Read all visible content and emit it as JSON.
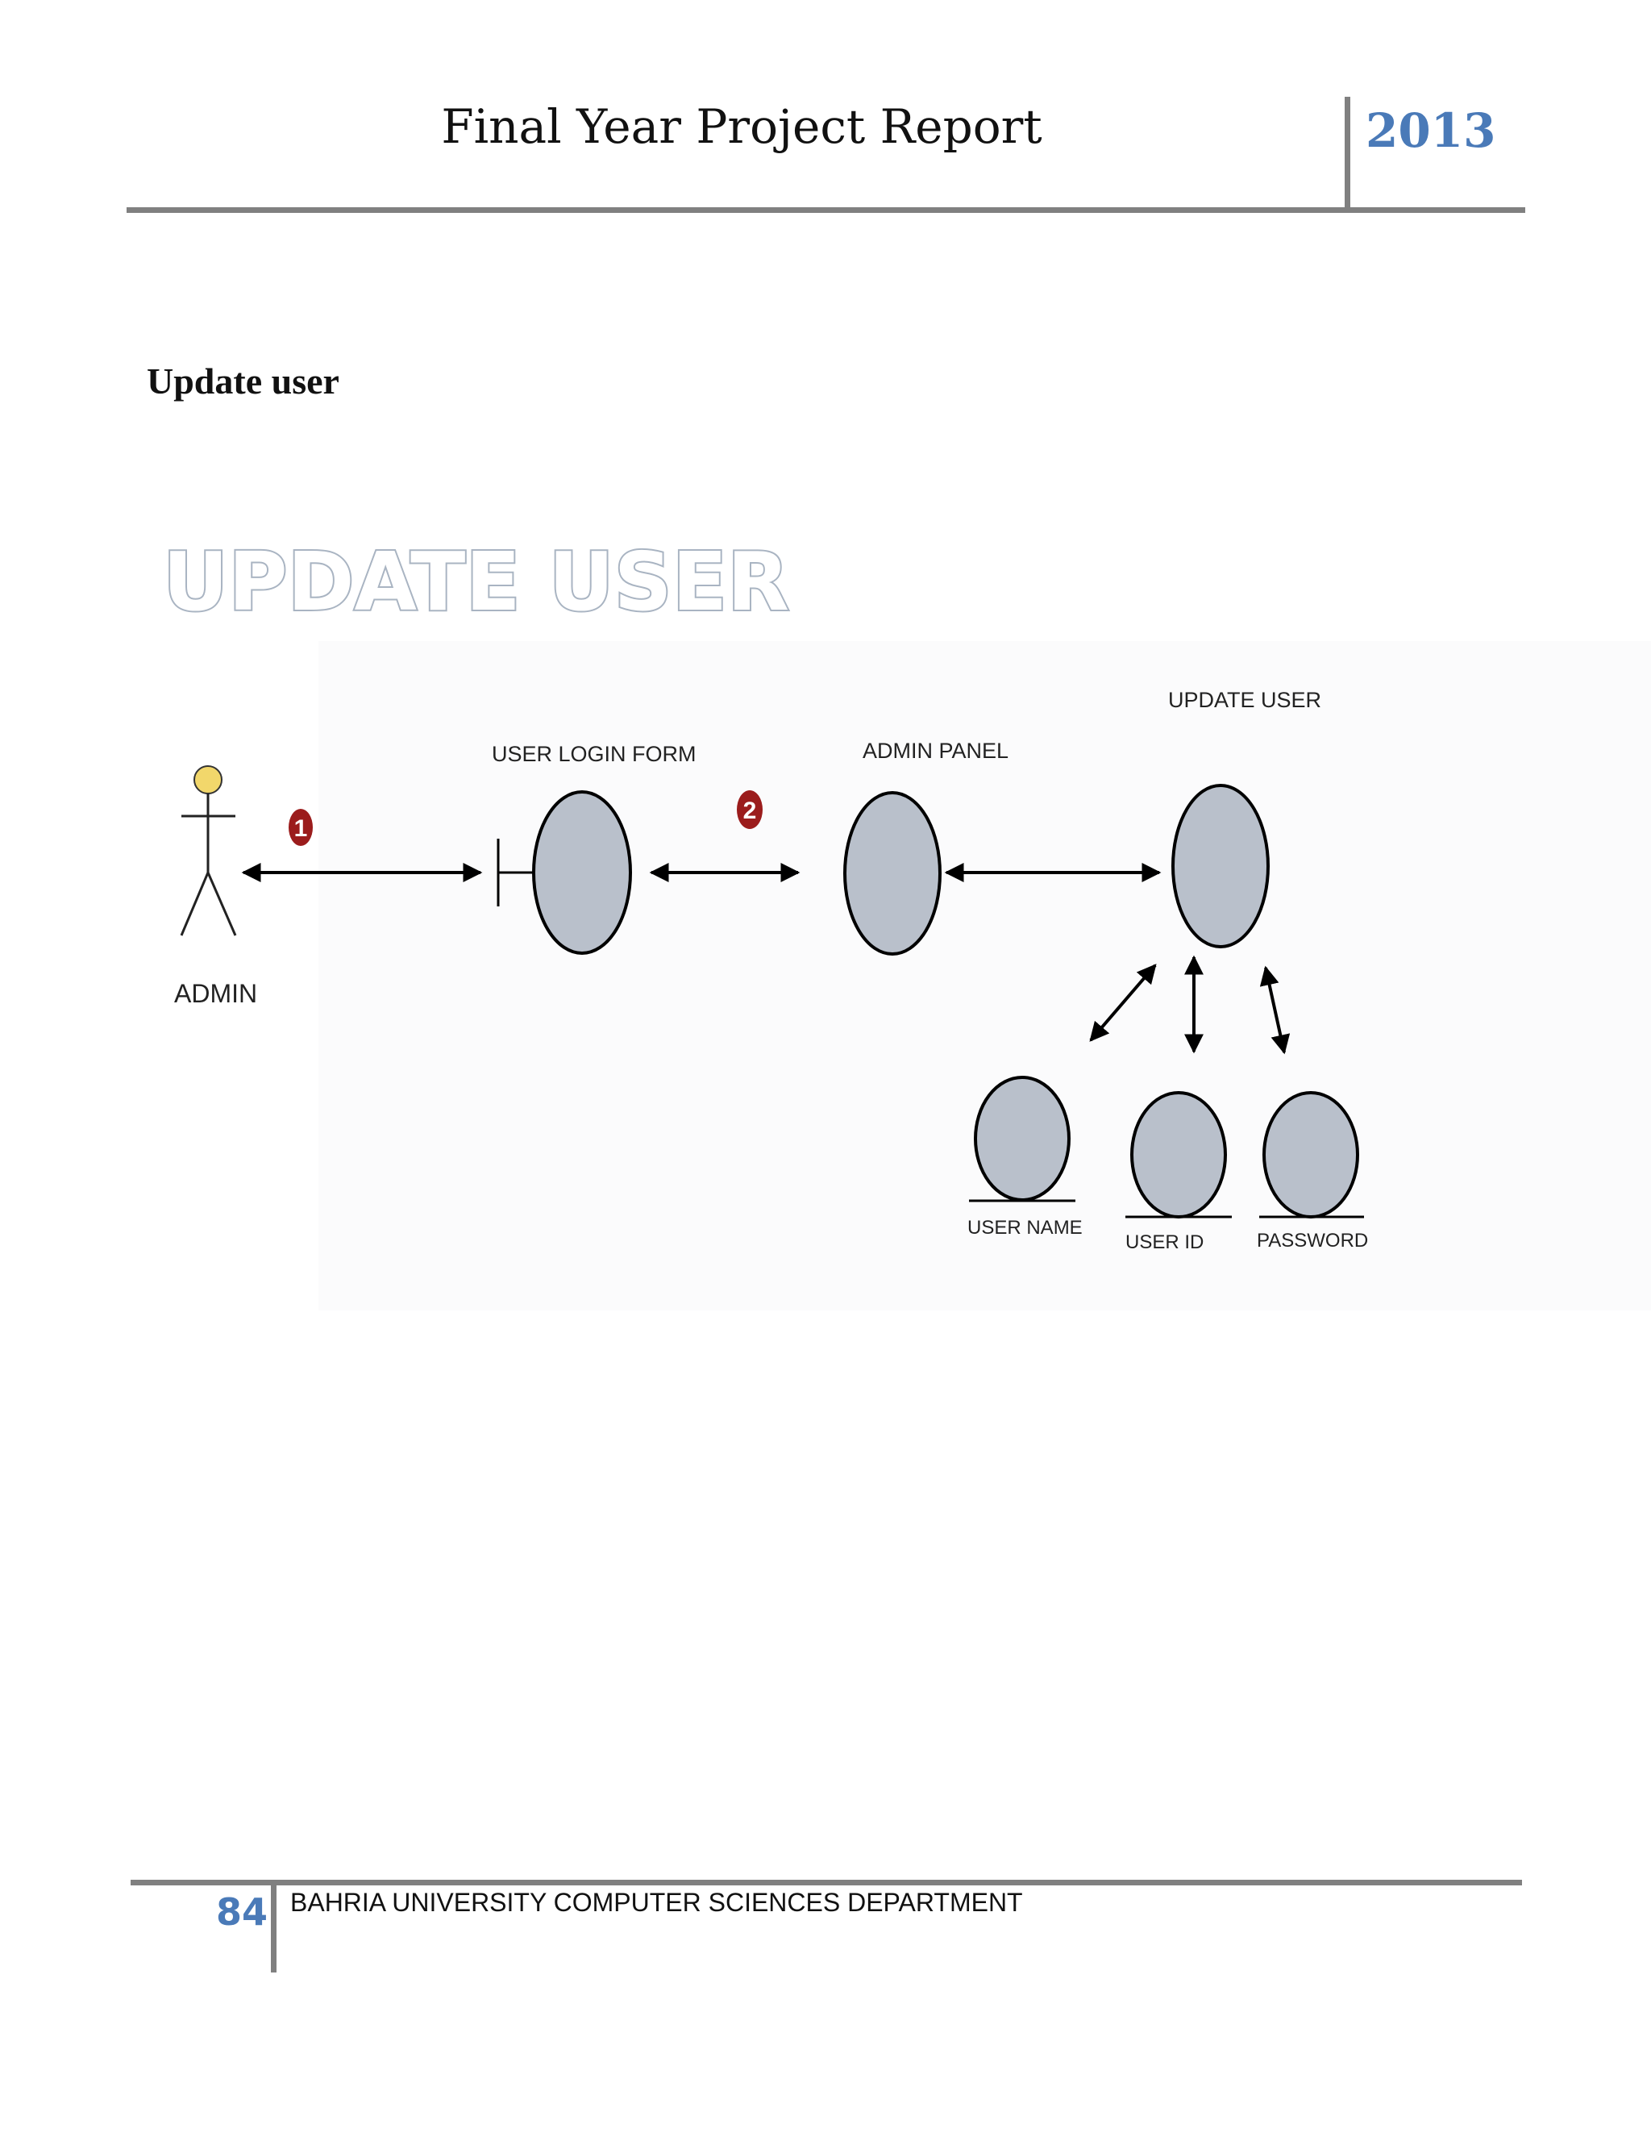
{
  "header": {
    "title": "Final Year Project Report",
    "year": "2013"
  },
  "section_heading": "Update user",
  "diagram": {
    "title": "UPDATE USER",
    "actor_label": "ADMIN",
    "nodes": {
      "user_login_form": "USER LOGIN FORM",
      "admin_panel": "ADMIN PANEL",
      "update_user": "UPDATE USER",
      "user_name": "USER NAME",
      "user_id": "USER ID",
      "password": "PASSWORD"
    },
    "step_badges": [
      "1",
      "2"
    ],
    "colors": {
      "ellipse_fill": "#b9c0cb",
      "actor_head": "#f2d76b",
      "badge": "#9b1c1c",
      "accent_blue": "#4a7ab8"
    }
  },
  "footer": {
    "page_number": "84",
    "department": "BAHRIA UNIVERSITY COMPUTER SCIENCES DEPARTMENT"
  }
}
